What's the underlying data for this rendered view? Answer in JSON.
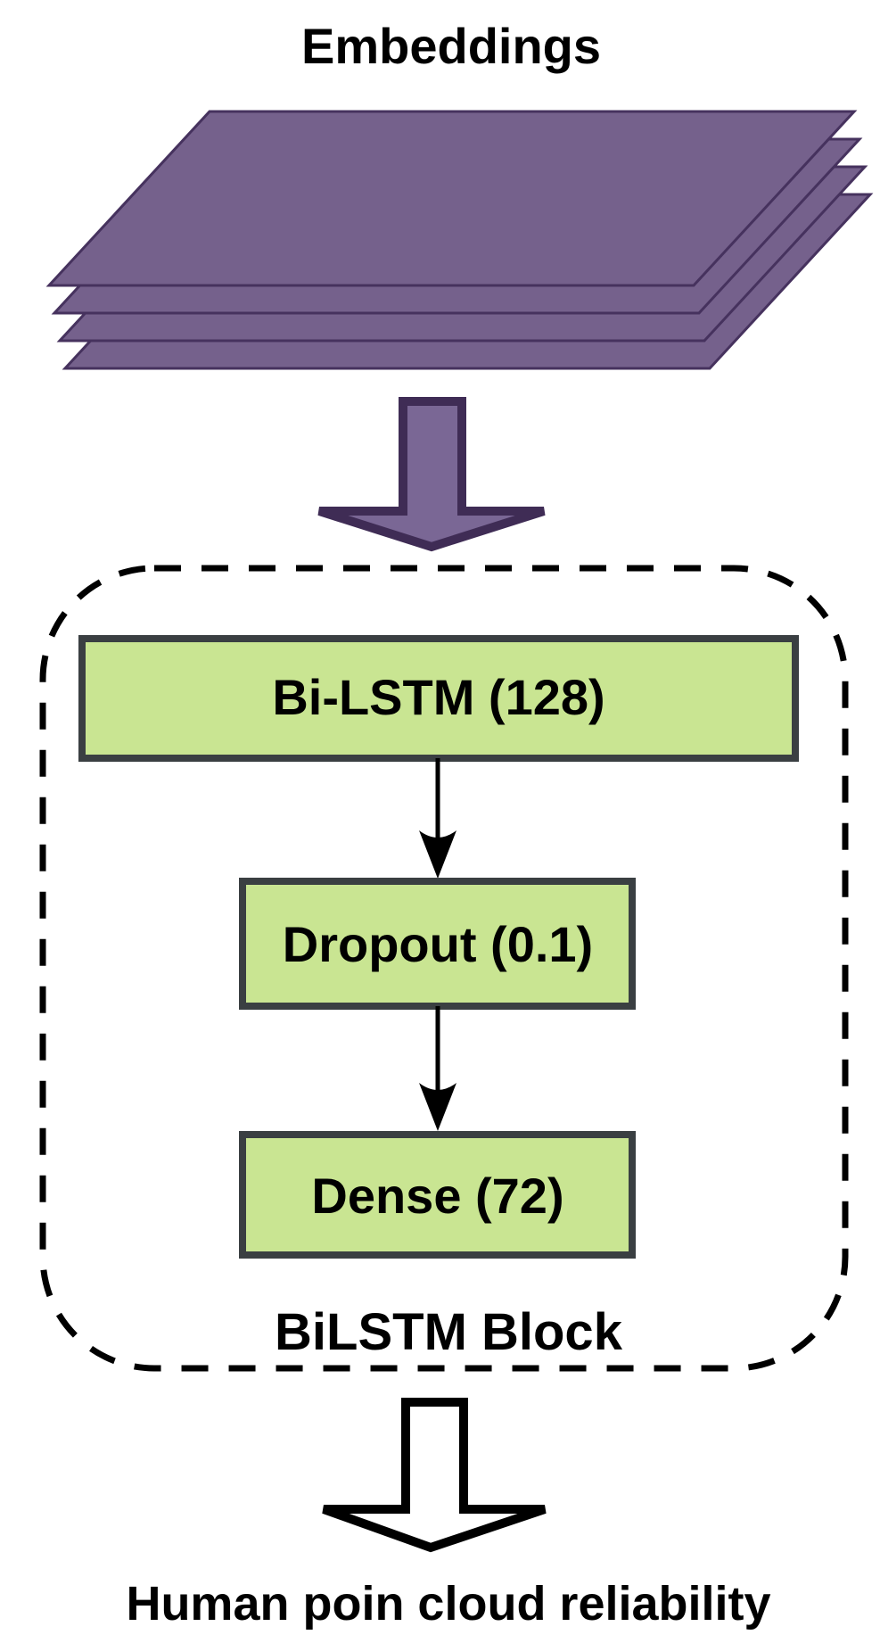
{
  "diagram": {
    "title": "Embeddings",
    "block_label": "BiLSTM Block",
    "output_label": "Human poin cloud reliability",
    "layers": [
      {
        "label": "Bi-LSTM (128)"
      },
      {
        "label": "Dropout (0.1)"
      },
      {
        "label": "Dense (72)"
      }
    ],
    "colors": {
      "background": "#FFFFFF",
      "sheet_fill": "#75618C",
      "sheet_stroke": "#46325E",
      "purple_arrow_fill": "#7A6795",
      "purple_arrow_stroke": "#3F2C55",
      "box_fill": "#C9E592",
      "box_stroke": "#3A3F42",
      "dashed_border": "#000000",
      "flow_arrow": "#000000",
      "output_arrow_fill": "#FFFFFF",
      "output_arrow_stroke": "#000000",
      "text": "#000000"
    }
  }
}
